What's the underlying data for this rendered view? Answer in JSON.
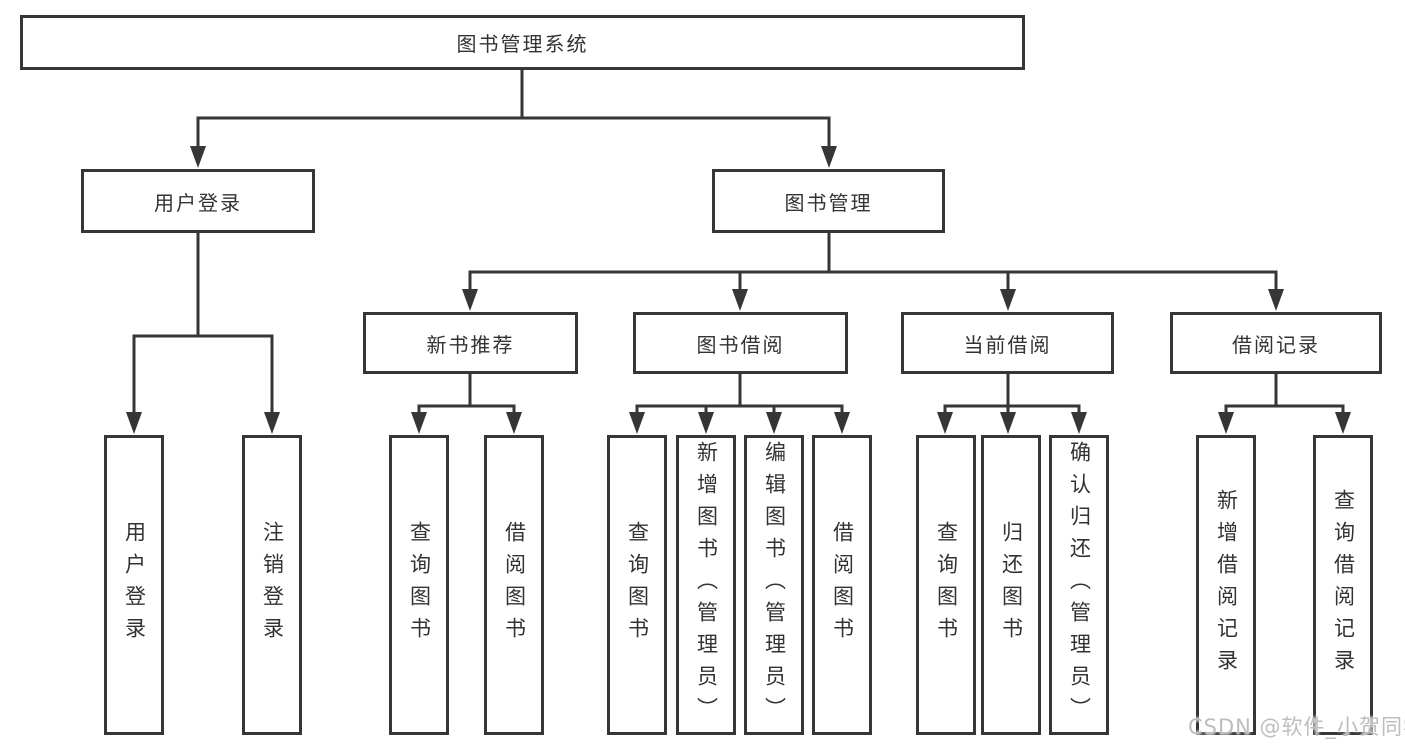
{
  "colors": {
    "line": "#363636",
    "text": "#333333",
    "background": "#ffffff",
    "watermark_color": "#bdbdbd"
  },
  "diagram": {
    "root": {
      "label": "图书管理系统"
    },
    "level2": [
      {
        "label": "用户登录"
      },
      {
        "label": "图书管理"
      }
    ],
    "level3": [
      {
        "label": "新书推荐"
      },
      {
        "label": "图书借阅"
      },
      {
        "label": "当前借阅"
      },
      {
        "label": "借阅记录"
      }
    ],
    "leaves": [
      {
        "label": "用户登录"
      },
      {
        "label": "注销登录"
      },
      {
        "label": "查询图书"
      },
      {
        "label": "借阅图书"
      },
      {
        "label": "查询图书"
      },
      {
        "label": "新增图书（管理员）"
      },
      {
        "label": "编辑图书（管理员）"
      },
      {
        "label": "借阅图书"
      },
      {
        "label": "查询图书"
      },
      {
        "label": "归还图书"
      },
      {
        "label": "确认归还（管理员）"
      },
      {
        "label": "新增借阅记录"
      },
      {
        "label": "查询借阅记录"
      }
    ]
  },
  "watermark": {
    "text": "CSDN @软件_小贺同学"
  }
}
